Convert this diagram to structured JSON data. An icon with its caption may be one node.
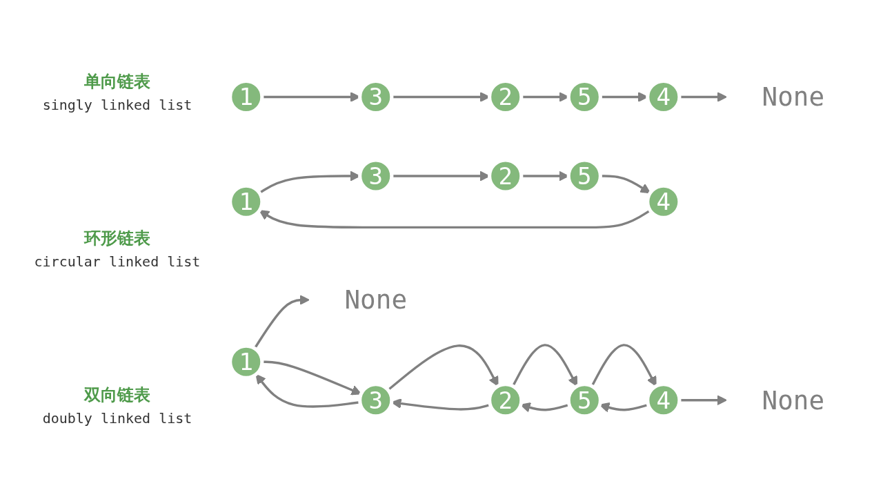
{
  "diagram": {
    "nodes": [
      {
        "text": [
          "1"
        ]
      },
      {
        "text": [
          "3"
        ]
      },
      {
        "text": [
          "2"
        ]
      },
      {
        "text": [
          "5"
        ]
      },
      {
        "text": [
          "4"
        ]
      },
      {
        "text": [
          "None"
        ]
      },
      {
        "text": [
          "1"
        ]
      },
      {
        "text": [
          "3"
        ]
      },
      {
        "text": [
          "2"
        ]
      },
      {
        "text": [
          "5"
        ]
      },
      {
        "text": [
          "4"
        ]
      },
      {
        "text": [
          "1"
        ]
      },
      {
        "text": [
          "3"
        ]
      },
      {
        "text": [
          "2"
        ]
      },
      {
        "text": [
          "5"
        ]
      },
      {
        "text": [
          "4"
        ]
      },
      {
        "text": [
          "None"
        ]
      },
      {
        "text": [
          "None"
        ]
      }
    ],
    "edges": [
      {
        "from": 0,
        "to": 1,
        "arrow": "to"
      },
      {
        "from": 1,
        "to": 2,
        "arrow": "to"
      },
      {
        "from": 2,
        "to": 3,
        "arrow": "to"
      },
      {
        "from": 3,
        "to": 4,
        "arrow": "to"
      },
      {
        "from": 4,
        "to": 5,
        "arrow": "to"
      },
      {
        "from": 6,
        "to": 7,
        "arrow": "to"
      },
      {
        "from": 7,
        "to": 8,
        "arrow": "to"
      },
      {
        "from": 8,
        "to": 9,
        "arrow": "to"
      },
      {
        "from": 9,
        "to": 10,
        "arrow": "to"
      },
      {
        "from": 10,
        "to": 6,
        "arrow": "to"
      },
      {
        "from": 11,
        "to": 12,
        "arrow": "to"
      },
      {
        "from": 12,
        "to": 13,
        "arrow": "to"
      },
      {
        "from": 13,
        "to": 14,
        "arrow": "to"
      },
      {
        "from": 14,
        "to": 15,
        "arrow": "to"
      },
      {
        "from": 15,
        "to": 16,
        "arrow": "to"
      },
      {
        "from": 15,
        "to": 14,
        "arrow": "to"
      },
      {
        "from": 14,
        "to": 13,
        "arrow": "to"
      },
      {
        "from": 13,
        "to": 12,
        "arrow": "to"
      },
      {
        "from": 12,
        "to": 11,
        "arrow": "to"
      },
      {
        "from": 11,
        "to": 17,
        "arrow": "to"
      }
    ],
    "labels": [
      "单向链表",
      "singly linked list",
      "环形链表",
      "circular linked list",
      "双向链表",
      "doubly linked list"
    ]
  }
}
